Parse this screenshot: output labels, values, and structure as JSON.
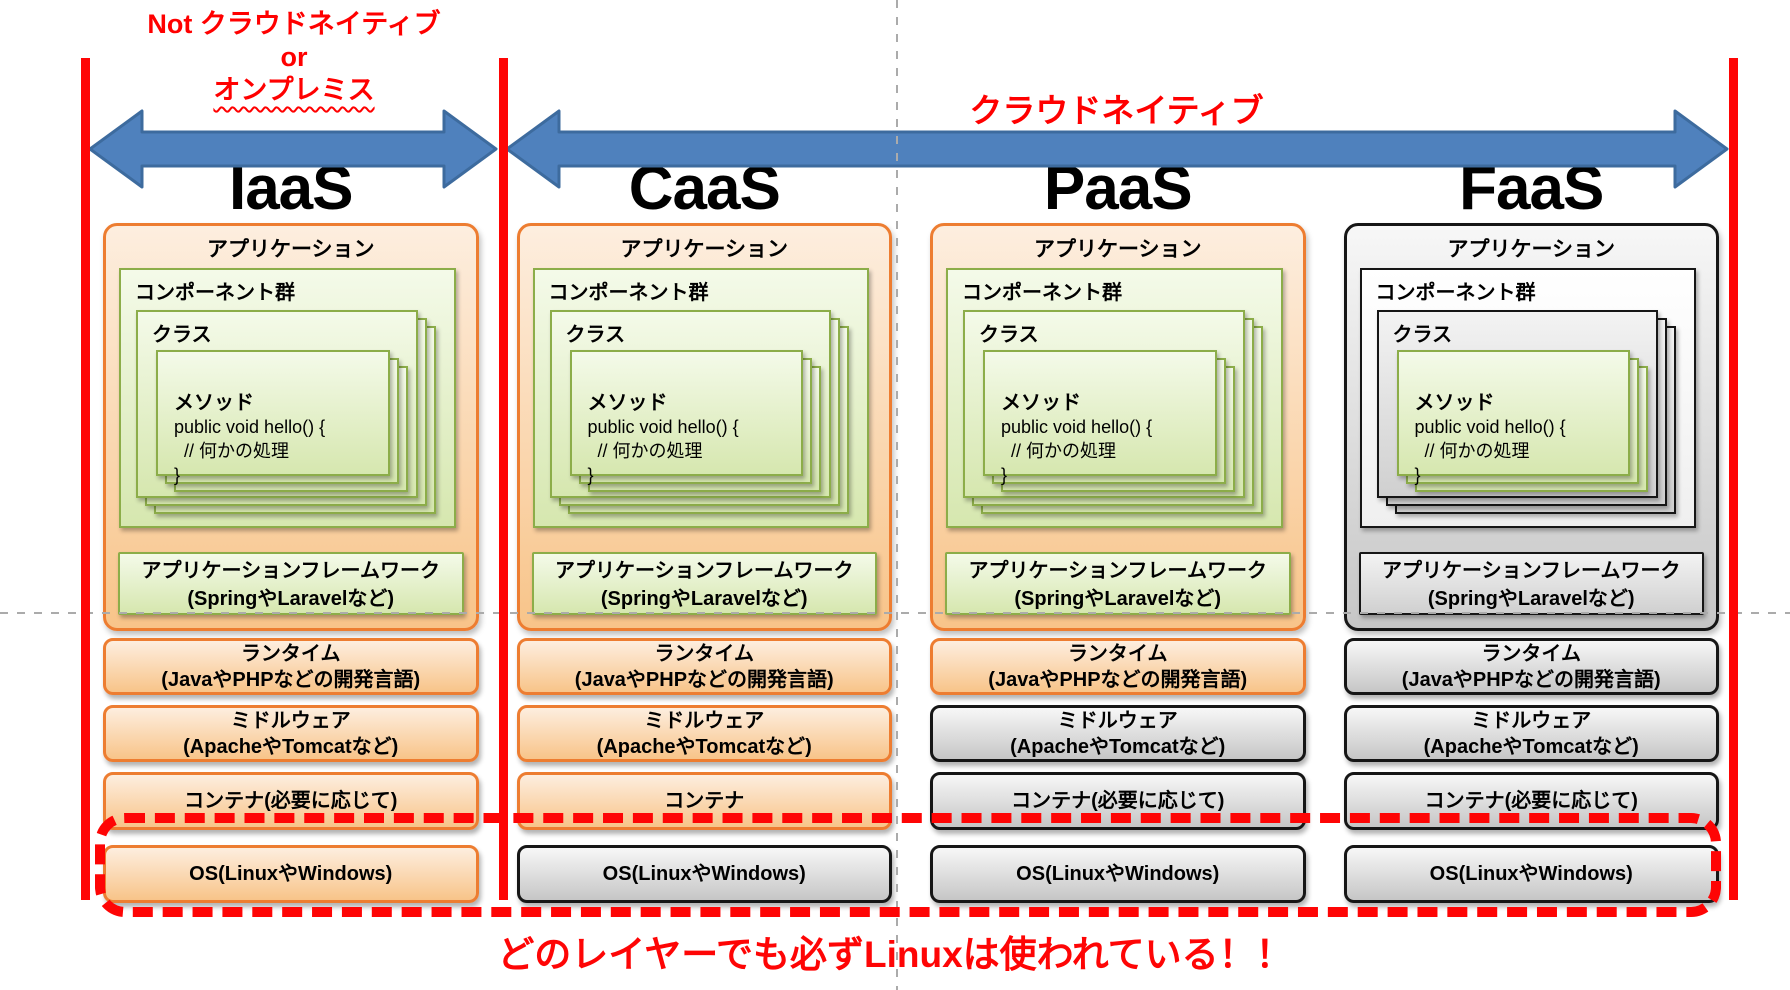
{
  "annotations": {
    "not_cloud_native": {
      "line1": "Not クラウドネイティブ",
      "line2": "or",
      "line3": "オンプレミス"
    },
    "cloud_native": "クラウドネイティブ",
    "bottom_note": "どのレイヤーでも必ずLinuxは使われている！！"
  },
  "colors": {
    "red": "#FE0505",
    "arrow_blue": "#4F81BD",
    "arrow_blue_border": "#3D6B9E",
    "orange_border": "#ED7D31",
    "green_border": "#8CAD49",
    "gray_border": "#161616",
    "guide_gray": "#ABABAB"
  },
  "icons": {
    "left_range_arrow": "double-headed-arrow",
    "right_range_arrow": "double-headed-arrow"
  },
  "columns": [
    {
      "id": "iaas",
      "header": "IaaS",
      "app": {
        "title": "アプリケーション",
        "style": "orange"
      },
      "component": {
        "title": "コンポーネント群",
        "style": "green"
      },
      "clazz": {
        "title": "クラス",
        "style": "green"
      },
      "method": {
        "title": "メソッド",
        "style": "green",
        "code": [
          "public void hello() {",
          "  // 何かの処理",
          "}"
        ]
      },
      "framework": {
        "lines": [
          "アプリケーションフレームワーク",
          "(SpringやLaravelなど)"
        ],
        "style": "green"
      },
      "rows": [
        {
          "key": "runtime",
          "lines": [
            "ランタイム",
            "(JavaやPHPなどの開発言語)"
          ],
          "style": "orange"
        },
        {
          "key": "middleware",
          "lines": [
            "ミドルウェア",
            "(ApacheやTomcatなど)"
          ],
          "style": "orange"
        },
        {
          "key": "container",
          "lines": [
            "コンテナ(必要に応じて)"
          ],
          "style": "orange"
        },
        {
          "key": "os",
          "lines": [
            "OS(LinuxやWindows)"
          ],
          "style": "orange"
        }
      ]
    },
    {
      "id": "caas",
      "header": "CaaS",
      "app": {
        "title": "アプリケーション",
        "style": "orange"
      },
      "component": {
        "title": "コンポーネント群",
        "style": "green"
      },
      "clazz": {
        "title": "クラス",
        "style": "green"
      },
      "method": {
        "title": "メソッド",
        "style": "green",
        "code": [
          "public void hello() {",
          "  // 何かの処理",
          "}"
        ]
      },
      "framework": {
        "lines": [
          "アプリケーションフレームワーク",
          "(SpringやLaravelなど)"
        ],
        "style": "green"
      },
      "rows": [
        {
          "key": "runtime",
          "lines": [
            "ランタイム",
            "(JavaやPHPなどの開発言語)"
          ],
          "style": "orange"
        },
        {
          "key": "middleware",
          "lines": [
            "ミドルウェア",
            "(ApacheやTomcatなど)"
          ],
          "style": "orange"
        },
        {
          "key": "container",
          "lines": [
            "コンテナ"
          ],
          "style": "orange"
        },
        {
          "key": "os",
          "lines": [
            "OS(LinuxやWindows)"
          ],
          "style": "gray"
        }
      ]
    },
    {
      "id": "paas",
      "header": "PaaS",
      "app": {
        "title": "アプリケーション",
        "style": "orange"
      },
      "component": {
        "title": "コンポーネント群",
        "style": "green"
      },
      "clazz": {
        "title": "クラス",
        "style": "green"
      },
      "method": {
        "title": "メソッド",
        "style": "green",
        "code": [
          "public void hello() {",
          "  // 何かの処理",
          "}"
        ]
      },
      "framework": {
        "lines": [
          "アプリケーションフレームワーク",
          "(SpringやLaravelなど)"
        ],
        "style": "green"
      },
      "rows": [
        {
          "key": "runtime",
          "lines": [
            "ランタイム",
            "(JavaやPHPなどの開発言語)"
          ],
          "style": "orange"
        },
        {
          "key": "middleware",
          "lines": [
            "ミドルウェア",
            "(ApacheやTomcatなど)"
          ],
          "style": "gray"
        },
        {
          "key": "container",
          "lines": [
            "コンテナ(必要に応じて)"
          ],
          "style": "gray"
        },
        {
          "key": "os",
          "lines": [
            "OS(LinuxやWindows)"
          ],
          "style": "gray"
        }
      ]
    },
    {
      "id": "faas",
      "header": "FaaS",
      "app": {
        "title": "アプリケーション",
        "style": "gray"
      },
      "component": {
        "title": "コンポーネント群",
        "style": "white"
      },
      "clazz": {
        "title": "クラス",
        "style": "graysq"
      },
      "method": {
        "title": "メソッド",
        "style": "green",
        "code": [
          "public void hello() {",
          "  // 何かの処理",
          "}"
        ]
      },
      "framework": {
        "lines": [
          "アプリケーションフレームワーク",
          "(SpringやLaravelなど)"
        ],
        "style": "graysq"
      },
      "rows": [
        {
          "key": "runtime",
          "lines": [
            "ランタイム",
            "(JavaやPHPなどの開発言語)"
          ],
          "style": "gray"
        },
        {
          "key": "middleware",
          "lines": [
            "ミドルウェア",
            "(ApacheやTomcatなど)"
          ],
          "style": "gray"
        },
        {
          "key": "container",
          "lines": [
            "コンテナ(必要に応じて)"
          ],
          "style": "gray"
        },
        {
          "key": "os",
          "lines": [
            "OS(LinuxやWindows)"
          ],
          "style": "gray"
        }
      ]
    }
  ]
}
